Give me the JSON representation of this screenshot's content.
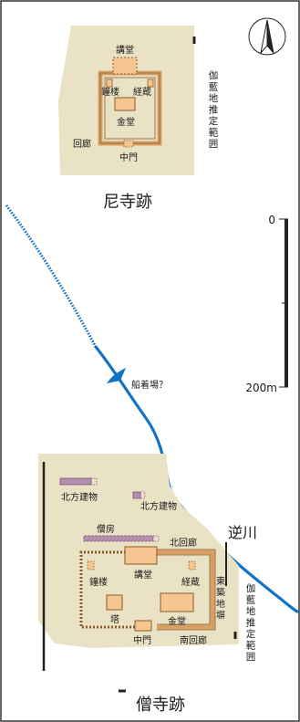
{
  "colors": {
    "ground": "#e9e2c4",
    "building": "#f6c690",
    "building_stroke": "#8a5a2a",
    "corridor": "#d9a066",
    "aux_building": "#b58fae",
    "river": "#1173c6",
    "frame": "#333333"
  },
  "icons": {
    "north_arrow": "north-arrow-icon"
  },
  "nunnery": {
    "title": "尼寺跡",
    "labels": {
      "lecture_hall": "講堂",
      "bell_tower": "鐘楼",
      "sutra_repository": "経蔵",
      "main_hall": "金堂",
      "corridor": "回廊",
      "middle_gate": "中門"
    },
    "estimated_range": "伽藍地推定範囲"
  },
  "monastery": {
    "title": "僧寺跡",
    "labels": {
      "north_building_1": "北方建物",
      "north_building_2": "北方建物",
      "monks_quarters": "僧房",
      "north_corridor": "北回廊",
      "bell_tower": "鐘楼",
      "lecture_hall": "講堂",
      "sutra_repository": "経蔵",
      "pagoda": "塔",
      "main_hall": "金堂",
      "middle_gate": "中門",
      "south_corridor": "南回廊",
      "east_earthen_wall": "東築地塀"
    },
    "estimated_range": "伽藍地推定範囲"
  },
  "river": {
    "name": "逆川",
    "landing": "船着場？"
  },
  "scale": {
    "top_label": "0",
    "bottom_label": "200m"
  }
}
